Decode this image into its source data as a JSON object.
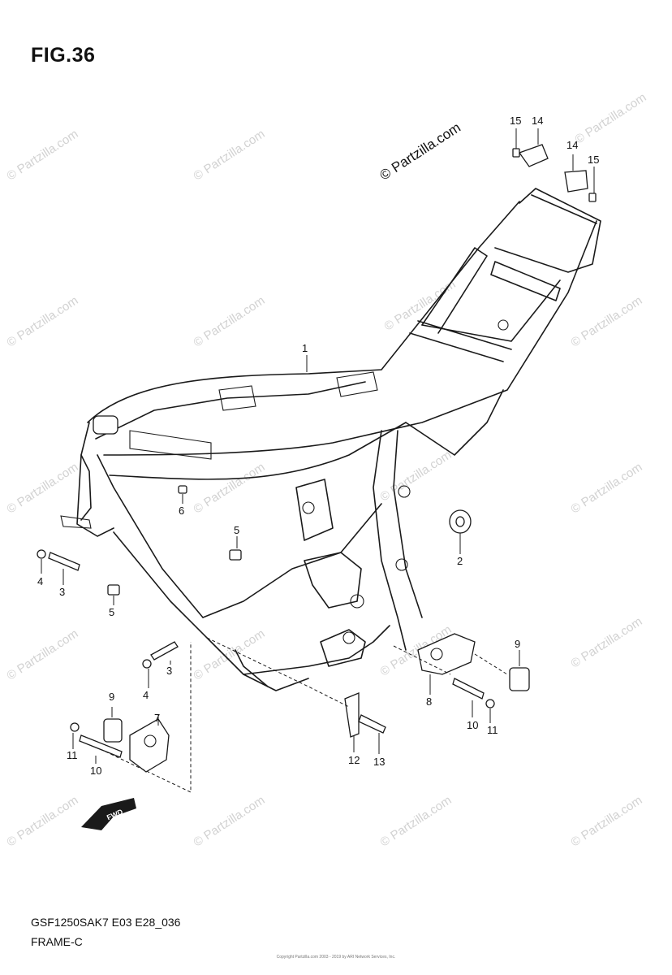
{
  "figure": {
    "title": "FIG.36",
    "code": "GSF1250SAK7 E03 E28_036",
    "name": "FRAME-C",
    "copyright": "Copyright Partzilla.com 2003 - 2019 by ARI Network Services, Inc."
  },
  "brand": {
    "text": "© Partzilla.com"
  },
  "watermark": {
    "text": "© Partzilla.com"
  },
  "fwd_arrow": {
    "label": "FWD"
  },
  "callouts": [
    "1",
    "2",
    "3",
    "3",
    "4",
    "4",
    "5",
    "5",
    "6",
    "7",
    "8",
    "9",
    "9",
    "10",
    "10",
    "11",
    "11",
    "12",
    "13",
    "14",
    "14",
    "15",
    "15"
  ]
}
